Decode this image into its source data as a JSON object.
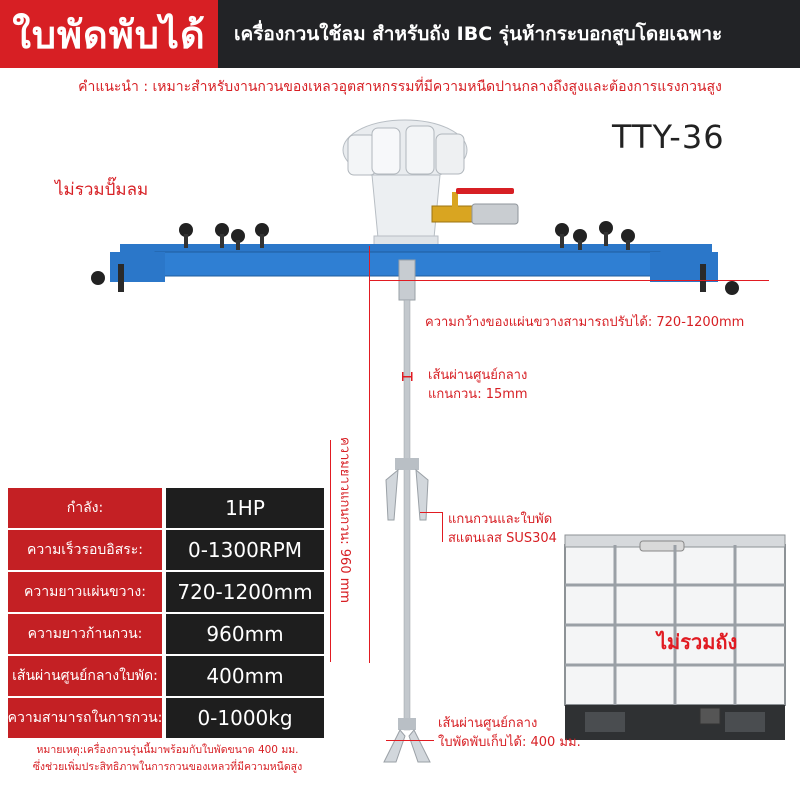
{
  "header": {
    "badge": "ใบพัดพับได้",
    "title": "เครื่องกวนใช้ลม สำหรับถัง IBC รุ่นห้ากระบอกสูบโดยเฉพาะ"
  },
  "note_top": "คำแนะนำ : เหมาะสำหรับงานกวนของเหลวอุตสาหกรรมที่มีความหนืดปานกลางถึงสูงและต้องการแรงกวนสูง",
  "model": "TTY-36",
  "no_pump": "ไม่รวมปั๊มลม",
  "annotations": {
    "plate_width": "ความกว้างของแผ่นขวางสามารถปรับได้: 720-1200mm",
    "shaft_dia_line1": "เส้นผ่านศูนย์กลาง",
    "shaft_dia_line2": "แกนกวน: 15mm",
    "shaft_length": "ความยาวแกนกวน: 960 mm",
    "material_line1": "แกนกวนและใบพัด",
    "material_line2": "สแตนเลส SUS304",
    "fold_line1": "เส้นผ่านศูนย์กลาง",
    "fold_line2": "ใบพัดพับเก็บได้: 400 มม."
  },
  "specs": [
    {
      "label": "กำลัง:",
      "value": "1HP"
    },
    {
      "label": "ความเร็วรอบอิสระ:",
      "value": "0-1300RPM"
    },
    {
      "label": "ความยาวแผ่นขวาง:",
      "value": "720-1200mm"
    },
    {
      "label": "ความยาวก้านกวน:",
      "value": "960mm"
    },
    {
      "label": "เส้นผ่านศูนย์กลางใบพัด:",
      "value": "400mm"
    },
    {
      "label": "ความสามารถในการกวน:",
      "value": "0-1000kg"
    }
  ],
  "remark": {
    "line1": "หมายเหตุ:เครื่องกวนรุ่นนี้มาพร้อมกับใบพัดขนาด 400 มม.",
    "line2": "ซึ่งช่วยเพิ่มประสิทธิภาพในการกวนของเหลวที่มีความหนืดสูง"
  },
  "no_tank": "ไม่รวมถัง",
  "colors": {
    "accent_red": "#d71f24",
    "header_dark": "#222326",
    "crossbar_blue": "#2b77c9"
  }
}
